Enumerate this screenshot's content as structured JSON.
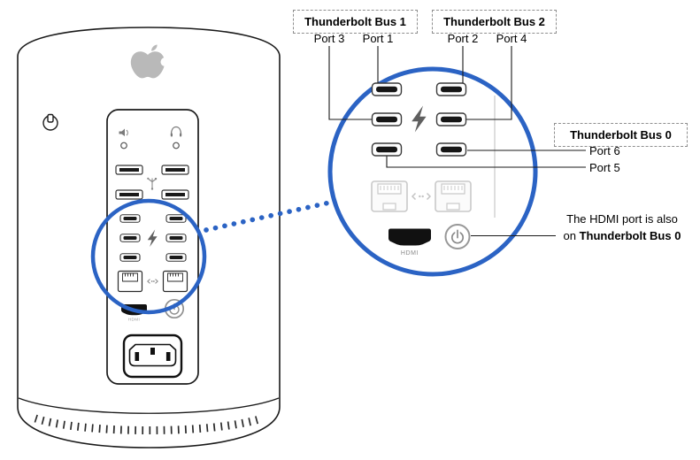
{
  "buses": [
    {
      "label": "Thunderbolt Bus 1",
      "ports": [
        "Port 3",
        "Port 1"
      ]
    },
    {
      "label": "Thunderbolt Bus 2",
      "ports": [
        "Port 2",
        "Port 4"
      ]
    },
    {
      "label": "Thunderbolt Bus 0",
      "ports": [
        "Port 6",
        "Port 5"
      ]
    }
  ],
  "hdmi_note": {
    "line1": "The HDMI port is also",
    "line2_prefix": "on ",
    "line2_bold": "Thunderbolt Bus 0"
  },
  "zoom_view": {
    "hdmi_port_label": "HDMI"
  },
  "colors": {
    "accent_blue": "#2b63c4",
    "line_black": "#1a1a1a",
    "muted_gray": "#c9c9c9",
    "port_dark": "#161616"
  },
  "icons": {
    "apple-logo-icon": "apple-silhouette",
    "security-lock-icon": "lock-slot",
    "speaker-icon": "speaker-with-wave",
    "headphones-icon": "headphones",
    "usb-icon": "usb-trident",
    "thunderbolt-icon": "lightning-bolt",
    "ethernet-icon": "<···>",
    "power-icon": "power-symbol"
  }
}
